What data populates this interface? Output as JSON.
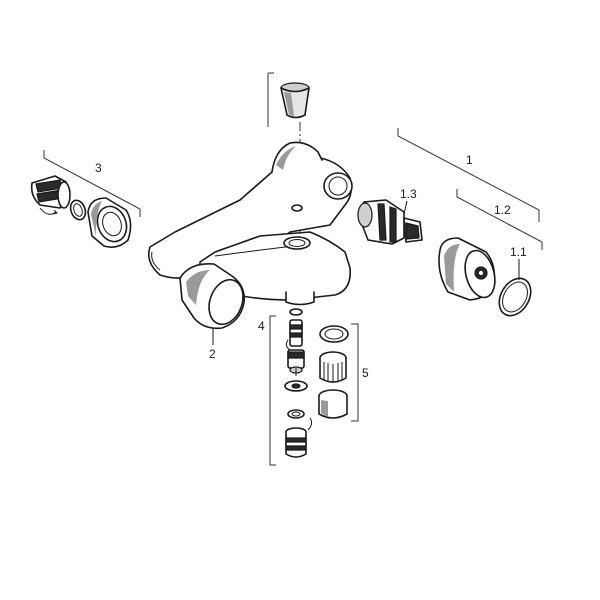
{
  "diagram": {
    "callouts": {
      "c1": "1",
      "c1_1": "1.1",
      "c1_2": "1.2",
      "c1_3": "1.3",
      "c2": "2",
      "c3": "3",
      "c4": "4",
      "c5": "5"
    }
  }
}
